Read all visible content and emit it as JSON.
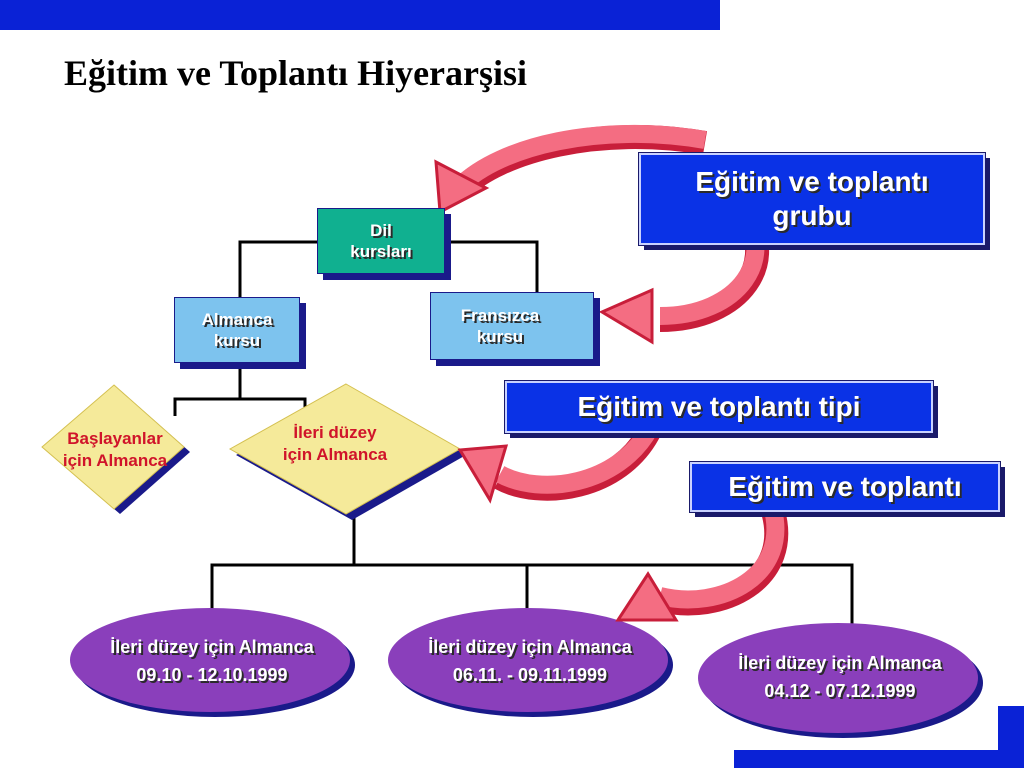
{
  "title": "Eğitim ve Toplantı Hiyerarşisi",
  "nodes": {
    "dil_kurslari": [
      "Dil",
      "kursları"
    ],
    "almanca_kursu": [
      "Almanca",
      "kursu"
    ],
    "fransizca_kursu": [
      "Fransızca",
      "kursu"
    ],
    "baslayanlar": [
      "Başlayanlar",
      "için Almanca"
    ],
    "ileri_duzey": [
      "İleri düzey",
      "için Almanca"
    ]
  },
  "events": [
    [
      "İleri düzey için Almanca",
      "09.10 - 12.10.1999"
    ],
    [
      "İleri düzey için Almanca",
      "06.11. - 09.11.1999"
    ],
    [
      "İleri düzey için Almanca",
      "04.12 - 07.12.1999"
    ]
  ],
  "labels": {
    "group": [
      "Eğitim ve toplantı",
      "grubu"
    ],
    "type": "Eğitim ve toplantı tipi",
    "event": "Eğitim ve toplantı"
  },
  "colors": {
    "brand_blue": "#0a22d6",
    "label_blue": "#0a32e6",
    "group_node": "#10b090",
    "type_node": "#7dc3ee",
    "diamond": "#f5ea9a",
    "diamond_text": "#d0142a",
    "event_ellipse": "#8a3fbb",
    "arrow": "#f06478"
  }
}
